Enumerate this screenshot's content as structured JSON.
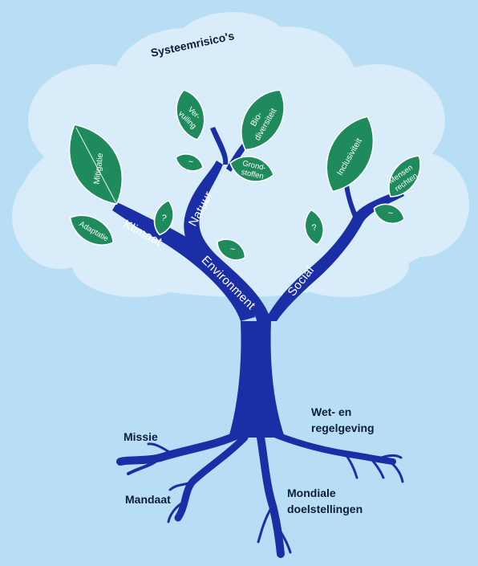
{
  "title": "Systeemrisico's",
  "branches": {
    "klimaat": "Klimaat",
    "natuur": "Natuur",
    "environment": "Environment",
    "social": "Social"
  },
  "leaves": {
    "mitigatie": "Mitigatie",
    "adaptatie": "Adaptatie",
    "verdunning_1": "Ver-",
    "verdunning_2": "vuiling",
    "bio_1": "Bio-",
    "bio_2": "diversiteit",
    "grond_1": "Grond-",
    "grond_2": "stoffen",
    "inclusiviteit": "Inclusiviteit",
    "mensen_1": "Mensen",
    "mensen_2": "rechten",
    "unknown_q": "?",
    "unknown_tilde": "~"
  },
  "roots": {
    "missie": "Missie",
    "mandaat": "Mandaat",
    "wet_1": "Wet- en",
    "wet_2": "regelgeving",
    "mondiale_1": "Mondiale",
    "mondiale_2": "doelstellingen"
  },
  "colors": {
    "background": "#b8def5",
    "cloud": "#d8edf9",
    "trunk": "#1a2fa6",
    "leaf": "#1f8a5c"
  }
}
